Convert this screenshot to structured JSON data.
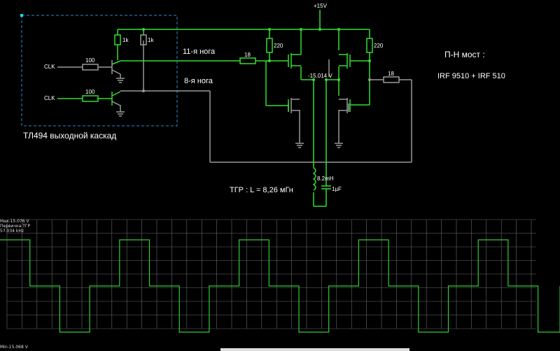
{
  "schematic": {
    "block_label": "ТЛ494 выходной каскад",
    "bridge_title": "П-Н мост :",
    "bridge_parts": "IRF 9510 + IRF 510",
    "tgr_label": "ТГР : L = 8,26 мГн",
    "pin11_label": "11-я нога",
    "pin8_label": "8-я нога",
    "supply_label": "+15V",
    "mid_voltage_label": "-15.014 V",
    "clk1_label": "CLK",
    "clk2_label": "CLK",
    "r_base1": "100",
    "r_base2": "100",
    "r_pull1": "1k",
    "r_pull2": "1k",
    "r_gate_left": "18",
    "r_gate_right": "18",
    "r_220_left": "220",
    "r_220_right": "220",
    "inductor_label": "8.2mH",
    "cap_label": "1µF",
    "colors": {
      "active": "#33dd33",
      "inactive": "#999999",
      "box": "#2a8cc8"
    }
  },
  "scope": {
    "readout_max": "Max-15.076 V",
    "readout_name": "Первичка ТГР",
    "readout_freq": "57.034 kHz",
    "readout_min": "Min-15.068 V",
    "trace_color": "#33cc33",
    "waveform": {
      "type": "line",
      "period_ms_divs": 4,
      "levels": [
        "high",
        "zero",
        "low",
        "zero"
      ]
    }
  }
}
